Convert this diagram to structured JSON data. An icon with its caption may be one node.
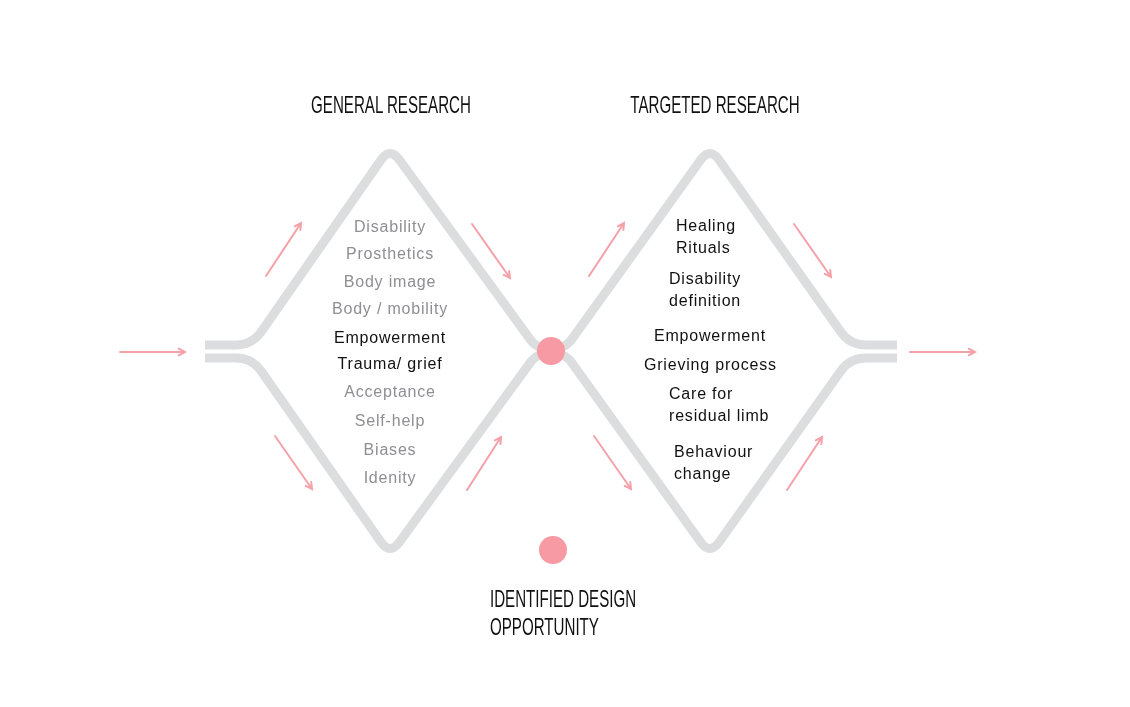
{
  "diagram": {
    "nodes": [
      {
        "text": [
          "GENERAL RESEARCH",
          "Disability",
          "Prosthetics",
          "Body image",
          "Body / mobility",
          "Empowerment",
          "Trauma/ grief",
          "Acceptance",
          "Self-help",
          "Biases",
          "Idenity"
        ]
      },
      {
        "text": [],
        "shape": "circle"
      },
      {
        "text": [
          "TARGETED RESEARCH",
          "Healing Rituals",
          "Disability definition",
          "Empowerment",
          "Grieving process",
          "Care for residual limb",
          "Behaviour change"
        ]
      }
    ],
    "legend": [
      {
        "text": "IDENTIFIED DESIGN OPPORTUNITY",
        "color": "#f79aa3"
      }
    ]
  }
}
